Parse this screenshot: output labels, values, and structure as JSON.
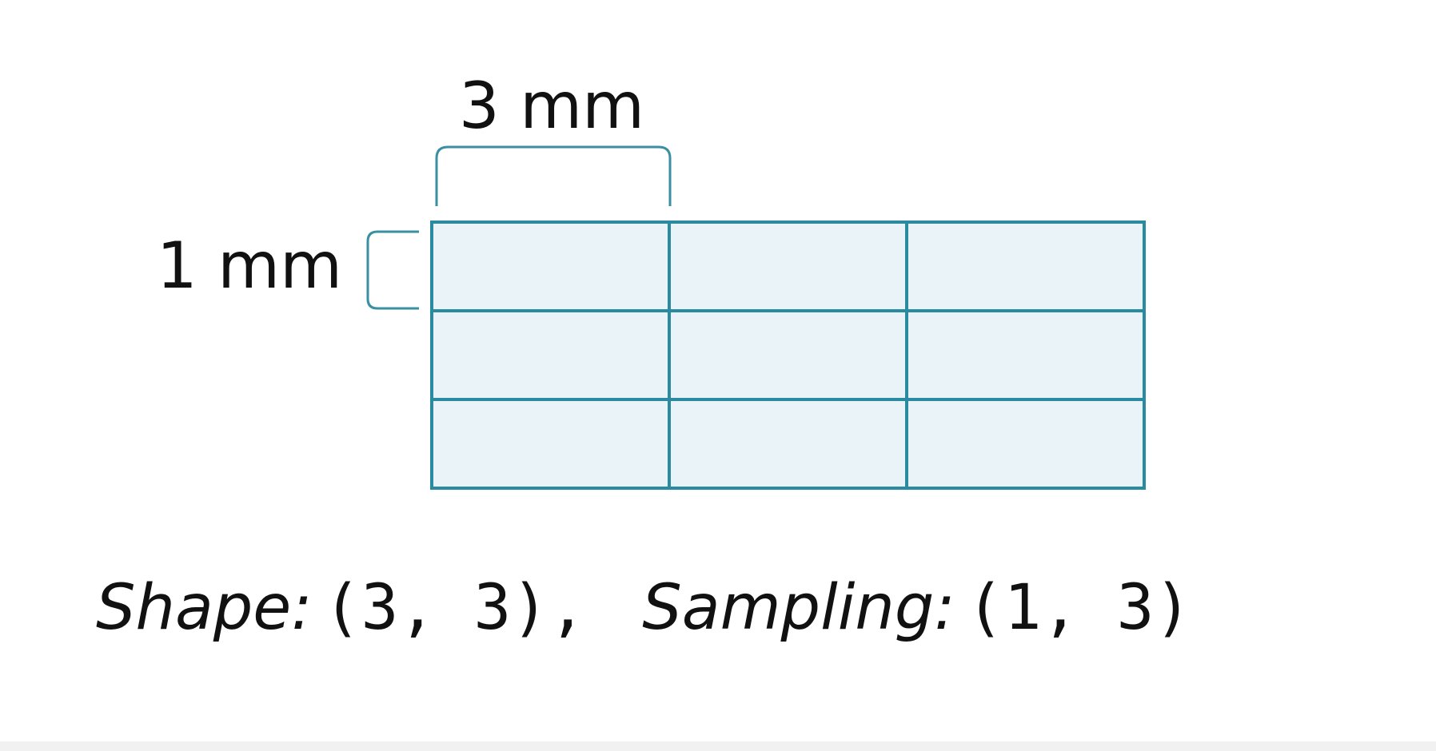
{
  "diagram": {
    "grid": {
      "rows": 3,
      "cols": 3,
      "fill_color": "#eaf3f7",
      "line_color": "#2a8ba0"
    },
    "bracket_color": "#3a8fa3",
    "width_label": "3 mm",
    "height_label": "1 mm"
  },
  "caption": {
    "shape_key": "Shape:",
    "shape_value": "(3, 3),",
    "sampling_key": "Sampling:",
    "sampling_value": "(1, 3)"
  }
}
